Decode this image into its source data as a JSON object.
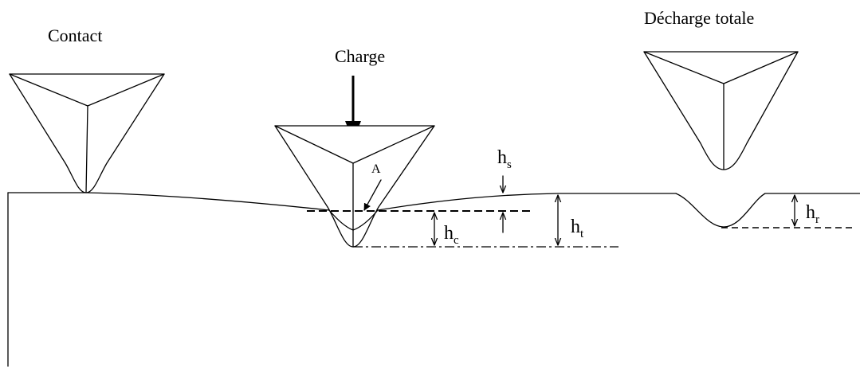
{
  "labels": {
    "contact": "Contact",
    "charge": "Charge",
    "decharge": "Décharge totale",
    "point_a": "A",
    "hs": {
      "main": "h",
      "sub": "s"
    },
    "hc": {
      "main": "h",
      "sub": "c"
    },
    "ht": {
      "main": "h",
      "sub": "t"
    },
    "hr": {
      "main": "h",
      "sub": "r"
    }
  },
  "colors": {
    "ink": "#000000",
    "paper": "#ffffff"
  }
}
